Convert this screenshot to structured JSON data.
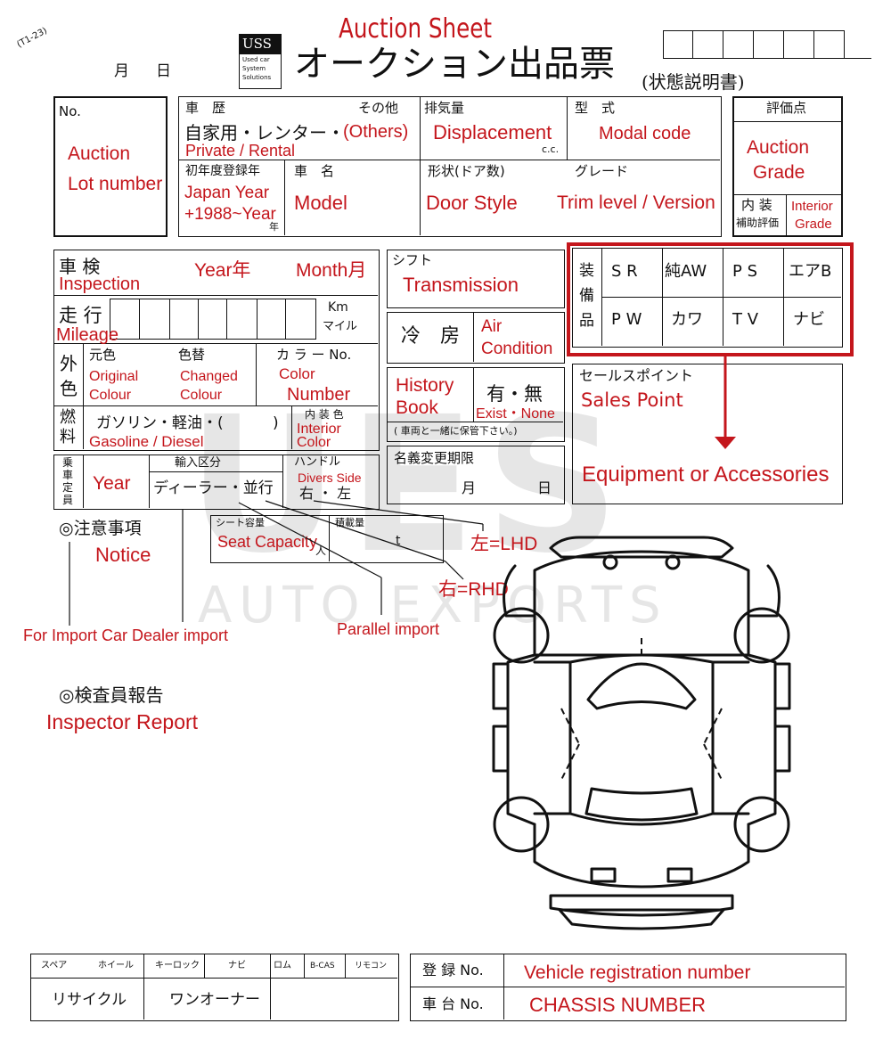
{
  "header": {
    "form_code": "(T1-23)",
    "month": "月",
    "day": "日",
    "logo_text": "USS",
    "logo_sub": [
      "Used car",
      "System",
      "Solutions"
    ],
    "title_en": "Auction Sheet",
    "title_jp": "オークション出品票",
    "subtitle_jp": "(状態説明書)"
  },
  "lot": {
    "label": "No.",
    "en_1": "Auction",
    "en_2": "Lot number"
  },
  "history": {
    "jp": "車　歴",
    "other_jp": "その他",
    "value_jp": "自家用・レンター・",
    "others": "(Others)",
    "en": "Private / Rental"
  },
  "displacement": {
    "jp": "排気量",
    "en": "Displacement",
    "unit": "c.c."
  },
  "model_code": {
    "jp": "型　式",
    "en": "Modal code"
  },
  "first_reg": {
    "jp": "初年度登録年",
    "en_1": "Japan Year",
    "en_2": "+1988~Year",
    "nen": "年"
  },
  "car_name": {
    "jp": "車　名",
    "en": "Model"
  },
  "door_style": {
    "jp": "形状(ドア数)",
    "en": "Door Style"
  },
  "grade": {
    "jp": "グレード",
    "en": "Trim level / Version"
  },
  "score": {
    "jp": "評価点",
    "en_1": "Auction",
    "en_2": "Grade",
    "interior_jp_1": "内 装",
    "interior_jp_2": "補助評価",
    "interior_en_1": "Interior",
    "interior_en_2": "Grade"
  },
  "inspection": {
    "jp": "車 検",
    "en": "Inspection",
    "year": "Year年",
    "month": "Month月"
  },
  "mileage": {
    "jp": "走 行",
    "en": "Mileage",
    "unit_km": "Km",
    "unit_mile": "マイル"
  },
  "colour": {
    "jp_1": "外",
    "jp_2": "色",
    "original_jp": "元色",
    "original_en_1": "Original",
    "original_en_2": "Colour",
    "changed_jp": "色替",
    "changed_en_1": "Changed",
    "changed_en_2": "Colour",
    "color_no_jp": "カ ラ ー No.",
    "color_en": "Color",
    "number_en": "Number"
  },
  "fuel": {
    "jp_1": "燃",
    "jp_2": "料",
    "value_jp": "ガソリン・軽油・(",
    "close": ")",
    "en": "Gasoline / Diesel",
    "interior_jp": "内 装 色",
    "interior_en_1": "Interior",
    "interior_en_2": "Color"
  },
  "capacity": {
    "jp": [
      "乗",
      "車",
      "定",
      "員"
    ],
    "year": "Year",
    "import_jp": "輸入区分",
    "import_value": "ディーラー・並行",
    "handle_jp": "ハンドル",
    "handle_en": "Divers Side",
    "handle_value": "右 ・ 左",
    "seat_jp": "シート容量",
    "seat_en": "Seat Capacity",
    "seat_unit": "人",
    "load_jp": "積載量",
    "load_unit": "t"
  },
  "shift": {
    "jp": "シフト",
    "en": "Transmission"
  },
  "aircon": {
    "jp": "冷　房",
    "en_1": "Air",
    "en_2": "Condition"
  },
  "history_book": {
    "en_1": "History",
    "en_2": "Book",
    "value_jp": "有・無",
    "value_en": "Exist・None",
    "note": "( 車両と一緒に保管下さい。)"
  },
  "name_change": {
    "jp": "名義変更期限",
    "month": "月",
    "day": "日"
  },
  "equipment": {
    "side": [
      "装",
      "備",
      "品"
    ],
    "row1": [
      "S R",
      "純AW",
      "P S",
      "エアB"
    ],
    "row2": [
      "P W",
      "カワ",
      "T V",
      "ナビ"
    ],
    "highlight_color": "#c4161c"
  },
  "sales": {
    "jp": "セールスポイント",
    "en": "Sales  Point",
    "equip_en": "Equipment or Accessories"
  },
  "annotations": {
    "lhd": "左=LHD",
    "rhd": "右=RHD",
    "notice_jp": "◎注意事項",
    "notice_en": "Notice",
    "dealer_en": "For Import Car Dealer import",
    "parallel_en": "Parallel import",
    "inspector_jp": "◎検査員報告",
    "inspector_en": "Inspector Report"
  },
  "watermark": {
    "big": "UES",
    "small": "AUTO EXPORTS"
  },
  "footer": {
    "headers": [
      "スペア",
      "ホイール",
      "キーロック",
      "ナビ",
      "ロム",
      "B-CAS",
      "リモコン"
    ],
    "recycle": "リサイクル",
    "one_owner": "ワンオーナー",
    "reg_jp": "登 録 No.",
    "reg_en": "Vehicle  registration  number",
    "chassis_jp": "車 台 No.",
    "chassis_en": "CHASSIS NUMBER"
  },
  "colors": {
    "accent_red": "#c4161c",
    "ink": "#111111",
    "watermark": "#e6e6e6"
  }
}
